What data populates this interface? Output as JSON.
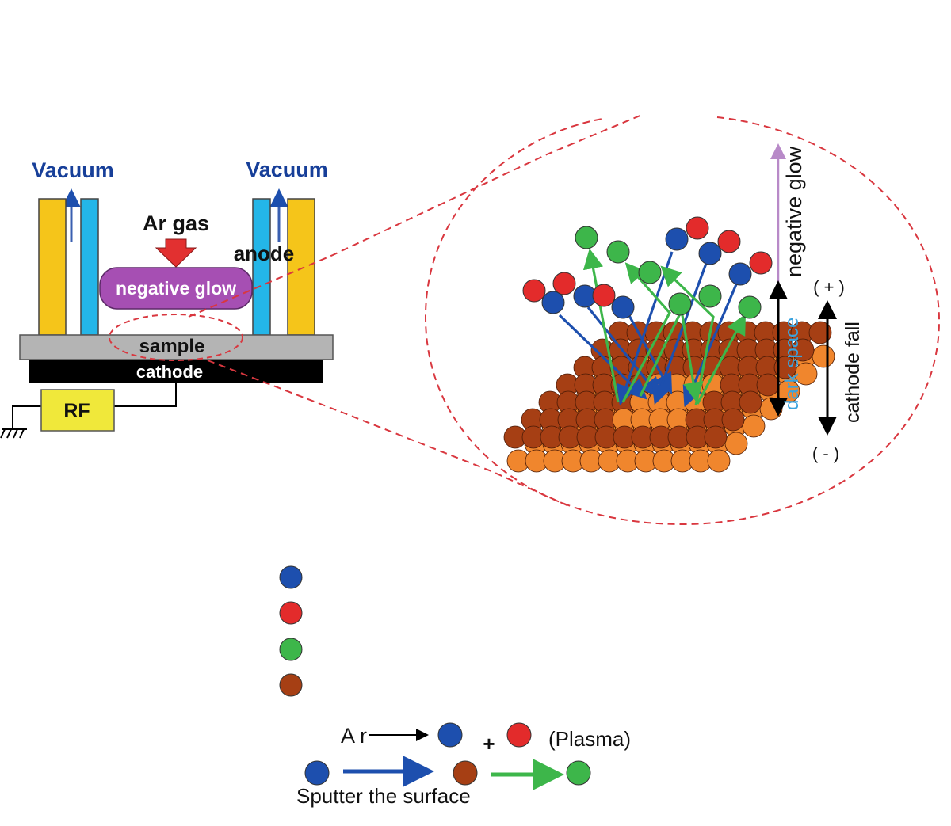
{
  "chamber": {
    "vacuum_left": "Vacuum",
    "vacuum_right": "Vacuum",
    "ar_gas": "Ar gas",
    "anode": "anode",
    "negative_glow": "negative glow",
    "sample": "sample",
    "cathode": "cathode",
    "rf": "RF"
  },
  "zoom": {
    "negative_glow": "negative glow",
    "dark_space": "dark space",
    "cathode_fall": "cathode fall",
    "plus": "( + )",
    "minus": "( - )"
  },
  "legend": {
    "ar": "A r",
    "plus": "+",
    "plasma": "(Plasma)",
    "sputter": "Sputter the surface"
  },
  "colors": {
    "vacuum_text": "#173f99",
    "electrode": "#f5c51a",
    "anode_tube": "#24b6e8",
    "arrow_red": "#e23030",
    "glow": "#a64fb3",
    "plate": "#b4b4b4",
    "cathode": "#000000",
    "rf_box": "#f0e83a",
    "dashed": "#d9373f",
    "blue_particle": "#1d4fae",
    "red_particle": "#e32b2b",
    "green_particle": "#3db64a",
    "brown_atom": "#a63f14",
    "orange_atom": "#f0862d",
    "dark_space_text": "#3aa3df",
    "glow_arrow": "#b88ac8"
  }
}
